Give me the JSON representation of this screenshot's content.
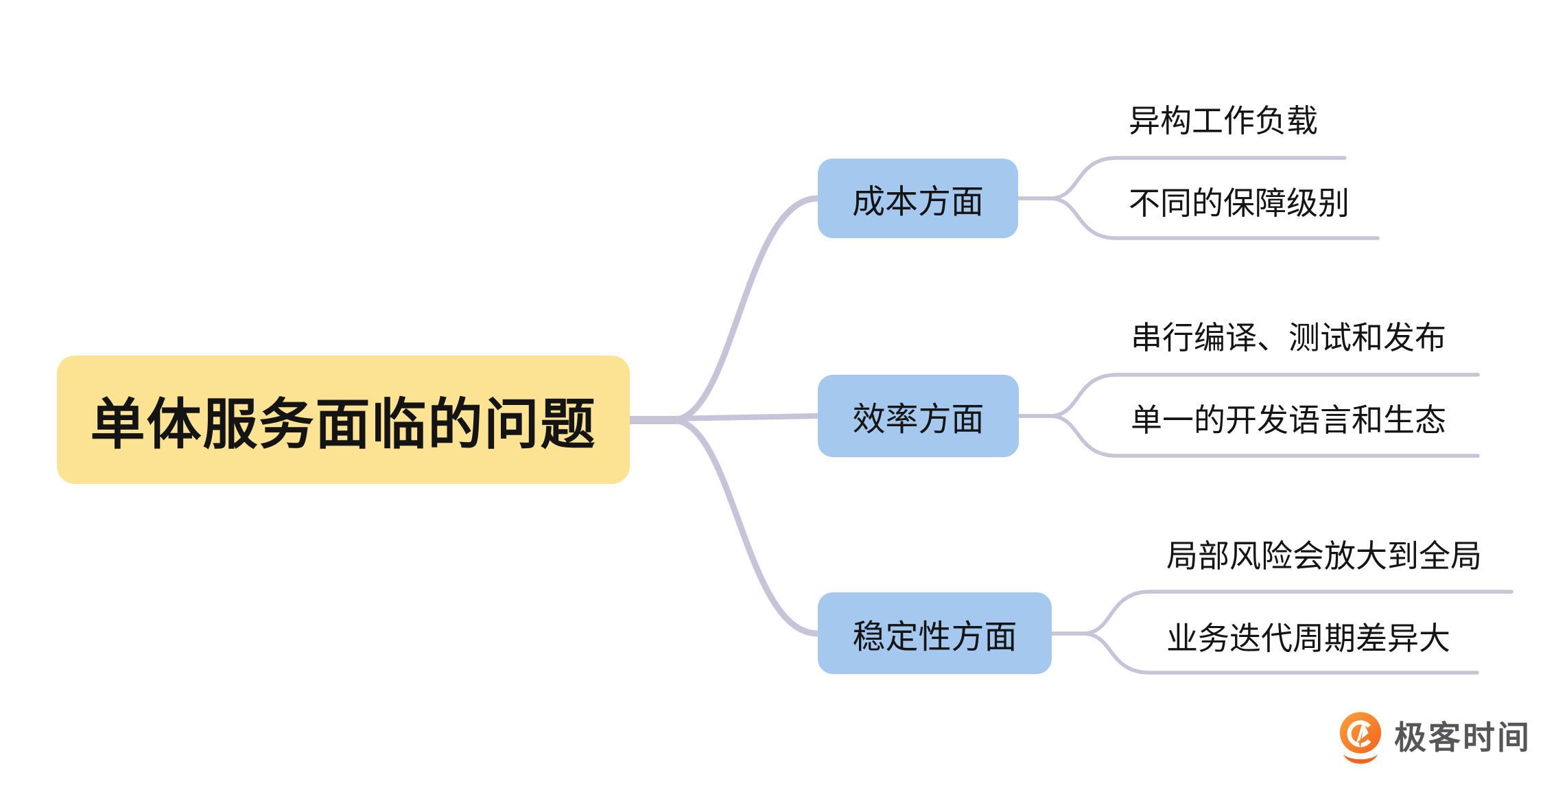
{
  "diagram": {
    "type": "mindmap",
    "root": {
      "label": "单体服务面临的问题"
    },
    "branches": [
      {
        "label": "成本方面",
        "children": [
          {
            "label": "异构工作负载"
          },
          {
            "label": "不同的保障级别"
          }
        ]
      },
      {
        "label": "效率方面",
        "children": [
          {
            "label": "串行编译、测试和发布"
          },
          {
            "label": "单一的开发语言和生态"
          }
        ]
      },
      {
        "label": "稳定性方面",
        "children": [
          {
            "label": "局部风险会放大到全局"
          },
          {
            "label": "业务迭代周期差异大"
          }
        ]
      }
    ]
  },
  "branding": {
    "logo_text": "极客时间",
    "logo_icon": "geektime-pin-icon"
  },
  "colors": {
    "canvas_bg": "#ffffff",
    "root_bg": "#fbe393",
    "branch_bg": "#a5c8ef",
    "connector": "#c7c3d8",
    "node_text": "#141414",
    "logo_orange": "#f68a32",
    "logo_orange_dark": "#f2641d",
    "logo_text_color": "#55565a"
  }
}
